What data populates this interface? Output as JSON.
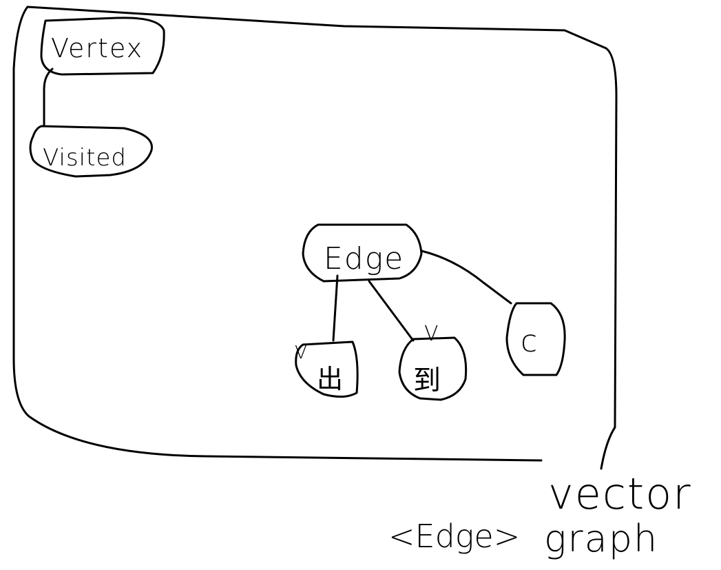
{
  "diagram": {
    "nodes": {
      "vertex": "Vertex",
      "visited": "Visited",
      "edge": "Edge",
      "child_u": "出",
      "child_v": "到",
      "child_c": "c",
      "mark_u": "V",
      "mark_v": "V"
    },
    "annotations": {
      "vector_type": "vector",
      "edge_type": "<Edge>",
      "graph_name": "graph"
    }
  }
}
